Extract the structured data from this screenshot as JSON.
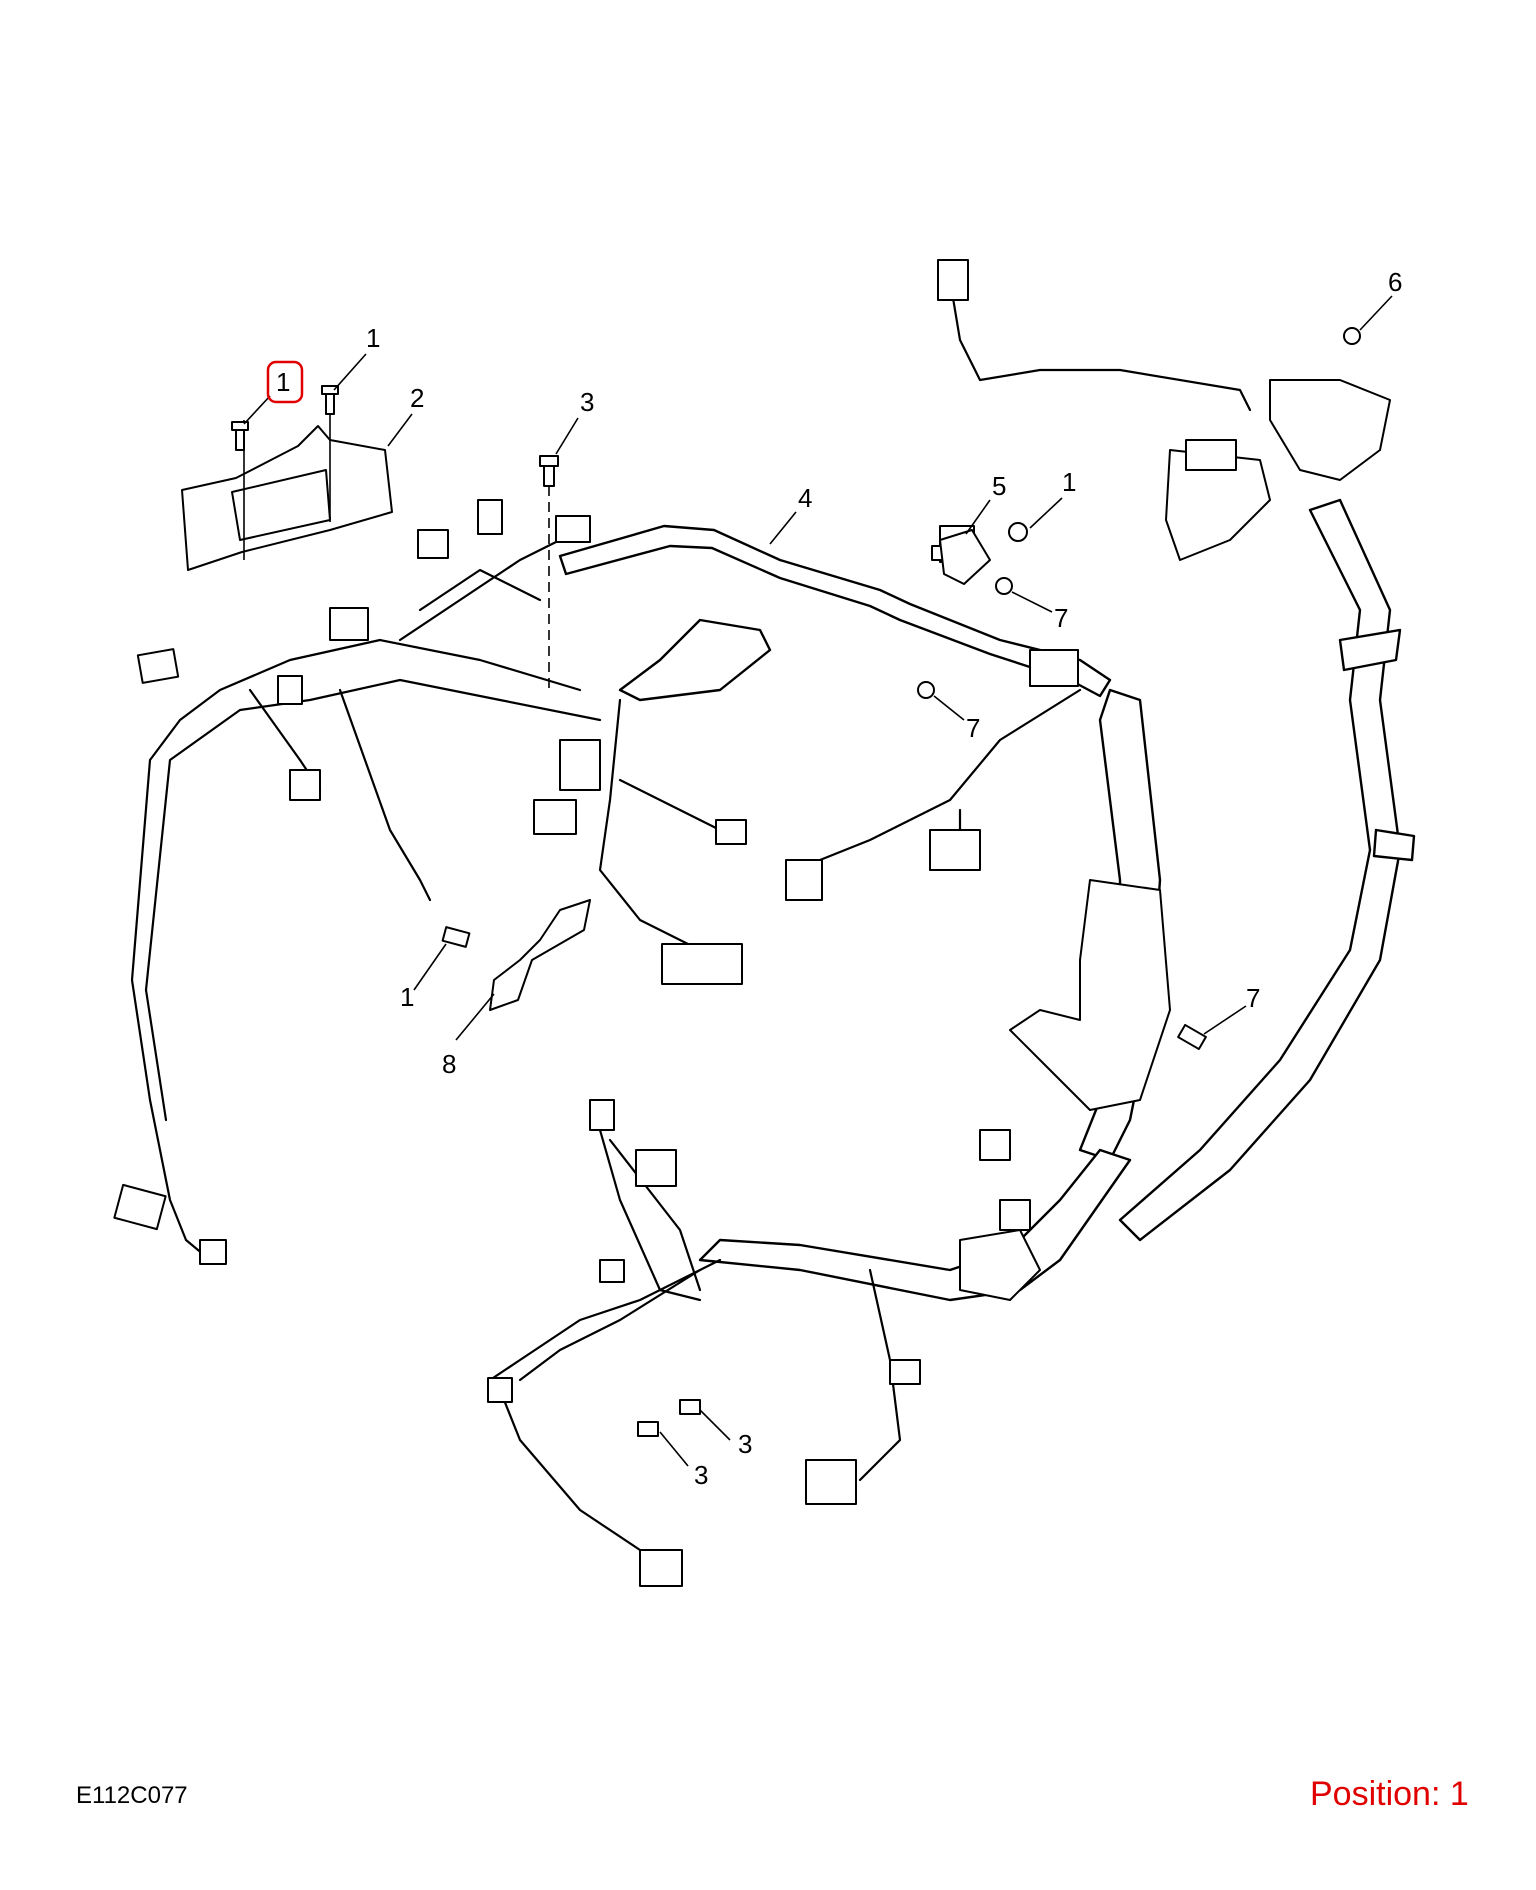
{
  "drawing_code": "E112C077",
  "position_label": "Position: 1",
  "highlight_color": "#e00000",
  "callouts": {
    "c1_highlight": "1",
    "c1_top": "1",
    "c2": "2",
    "c3_top": "3",
    "c4": "4",
    "c5": "5",
    "c1_right": "1",
    "c6": "6",
    "c7_a": "7",
    "c7_b": "7",
    "c7_c": "7",
    "c1_lower": "1",
    "c8": "8",
    "c3_bottom_a": "3",
    "c3_bottom_b": "3"
  }
}
